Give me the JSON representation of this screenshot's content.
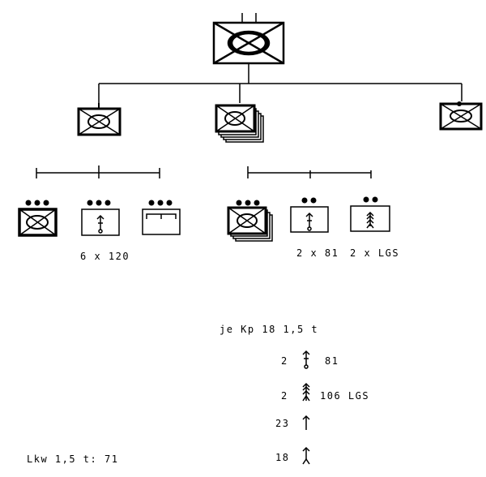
{
  "labels": {
    "mg_count": "6 x 120",
    "mortar_count": "2 x 81",
    "rifle_count": "2 x LGS",
    "per_company": "je  Kp  18     1,5  t",
    "mortar_row_count": "2",
    "mortar_row_label": "81",
    "rifle_row_count": "2",
    "rifle_row_label": "106   LGS",
    "arrow_row_count": "23",
    "inverted_row_count": "18",
    "truck_total": "Lkw  1,5  t:  71"
  },
  "colors": {
    "ink": "#000000",
    "paper": "#ffffff"
  },
  "icons": {
    "unit_frame": "infantry-cross-oval-symbol",
    "mortar": "mortar-symbol",
    "recoilless": "recoilless-rifle-symbol",
    "mg": "machine-gun-symbol",
    "arrow": "arrow-up-icon",
    "inverted_arrow": "inverted-y-arrow-icon"
  }
}
